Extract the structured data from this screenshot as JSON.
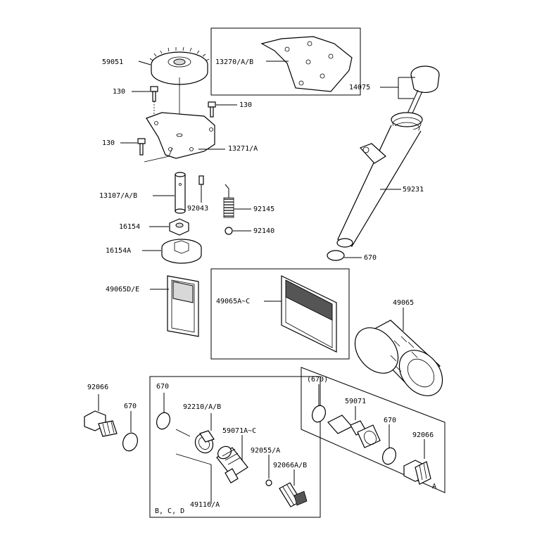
{
  "labels": {
    "l59051": "59051",
    "l13270": "13270/A/B",
    "l130a": "130",
    "l130b": "130",
    "l130c": "130",
    "l13271": "13271/A",
    "l14075": "14075",
    "l59231": "59231",
    "l13107": "13107/A/B",
    "l92043": "92043",
    "l92145": "92145",
    "l16154": "16154",
    "l92140": "92140",
    "l16154A": "16154A",
    "l670a": "670",
    "l49065DE": "49065D/E",
    "l49065AC": "49065A~C",
    "l49065": "49065",
    "l92066a": "92066",
    "l670b": "670",
    "l670c": "670",
    "l92210": "92210/A/B",
    "l59071AC": "59071A~C",
    "l92055": "92055/A",
    "l92066AB": "92066A/B",
    "l49116": "49116/A",
    "lBCD": "B, C, D",
    "l670paren": "(670)",
    "l59071": "59071",
    "l670d": "670",
    "l92066b": "92066",
    "lA": "A"
  }
}
